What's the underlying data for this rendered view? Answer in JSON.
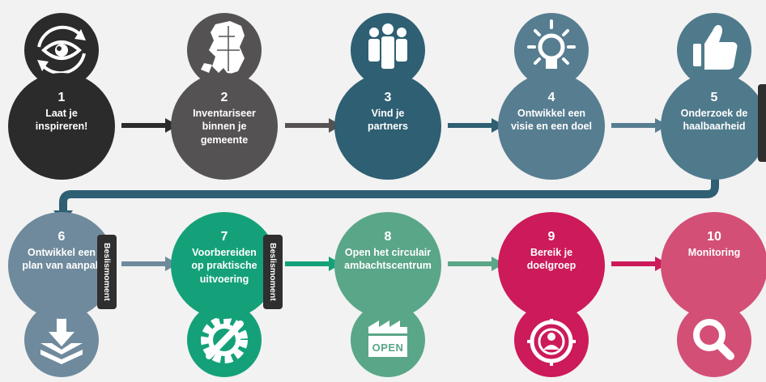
{
  "colors": {
    "s1": "#2b2b2b",
    "s2": "#555253",
    "s3": "#2e5f73",
    "s4": "#577d91",
    "s5": "#4f7a8b",
    "s6": "#6f8a9c",
    "s7": "#14a179",
    "s8": "#5aa688",
    "s9": "#cc1a5a",
    "s10": "#d34f76",
    "tag": "#2f2f2f"
  },
  "steps": [
    {
      "num": "1",
      "label": "Laat je inspireren!",
      "icon": "eye-rotate-icon"
    },
    {
      "num": "2",
      "label": "Inventariseer binnen je gemeente",
      "icon": "netherlands-map-icon"
    },
    {
      "num": "3",
      "label": "Vind je partners",
      "icon": "people-group-icon"
    },
    {
      "num": "4",
      "label": "Ontwikkel een visie en een doel",
      "icon": "lightbulb-icon"
    },
    {
      "num": "5",
      "label": "Onderzoek de haalbaarheid",
      "icon": "thumbs-up-icon"
    },
    {
      "num": "6",
      "label": "Ontwikkel een plan van aanpak",
      "icon": "download-layers-icon"
    },
    {
      "num": "7",
      "label": "Voorbereiden op praktische uitvoering",
      "icon": "gear-wrench-icon"
    },
    {
      "num": "8",
      "label": "Open het circulair ambachtscentrum",
      "icon": "factory-open-icon"
    },
    {
      "num": "9",
      "label": "Bereik je doelgroep",
      "icon": "target-person-icon"
    },
    {
      "num": "10",
      "label": "Monitoring",
      "icon": "magnifier-icon"
    }
  ],
  "decision_tag": "Beslismoment",
  "factory_sign": "OPEN"
}
